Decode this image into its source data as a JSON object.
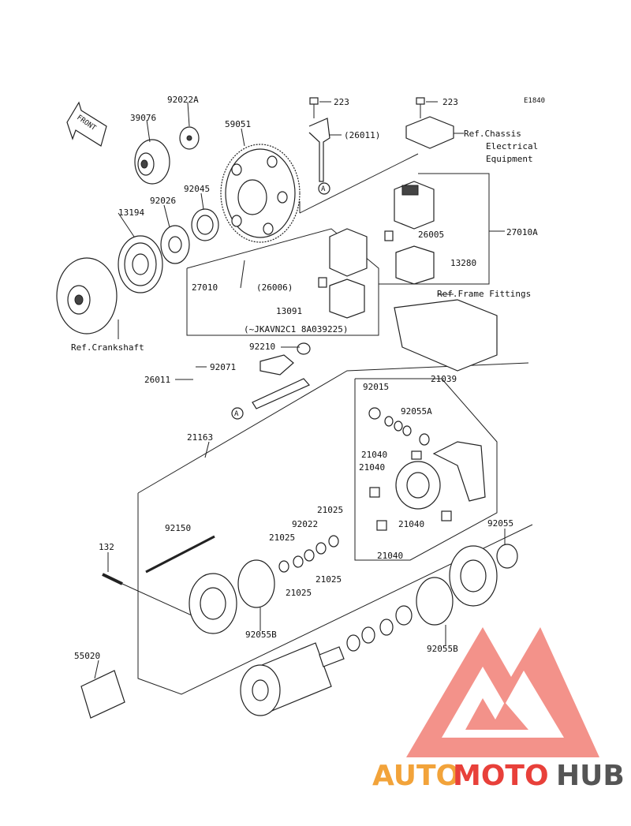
{
  "diagram": {
    "code": "E1840",
    "front_label": "FRONT",
    "callouts": {
      "a": "A",
      "b": "A"
    },
    "parts": {
      "p223a": "223",
      "p223b": "223",
      "p26011_paren": "(26011)",
      "p_ref_chassis_1": "Ref.Chassis",
      "p_ref_chassis_2": "Electrical",
      "p_ref_chassis_3": "Equipment",
      "p92022a": "92022A",
      "p39076": "39076",
      "p59051": "59051",
      "p92045": "92045",
      "p92026": "92026",
      "p13194": "13194",
      "p26005": "26005",
      "p27010a": "27010A",
      "p13280": "13280",
      "p27010": "27010",
      "p26006_paren": "(26006)",
      "p13091": "13091",
      "p_serial": "(~JKAVN2C1 8A039225)",
      "p_ref_frame": "Ref.Frame Fittings",
      "p_ref_crank": "Ref.Crankshaft",
      "p92210": "92210",
      "p92071": "92071",
      "p26011": "26011",
      "p92015": "92015",
      "p21039": "21039",
      "p92055a": "92055A",
      "p21040a": "21040",
      "p21040b": "21040",
      "p21163": "21163",
      "p21025a": "21025",
      "p92022": "92022",
      "p21040c": "21040",
      "p21025b": "21025",
      "p92150": "92150",
      "p92055": "92055",
      "p21040d": "21040",
      "p132": "132",
      "p21025c": "21025",
      "p21025d": "21025",
      "p92055b_a": "92055B",
      "p92055b_b": "92055B",
      "p55020": "55020"
    }
  },
  "watermark": {
    "text_part1": "AUTO",
    "text_part2": "MOTO",
    "text_part3": "HUB",
    "color_orange": "#f2a33a",
    "color_red": "#e8403a",
    "color_gray": "#555555"
  }
}
